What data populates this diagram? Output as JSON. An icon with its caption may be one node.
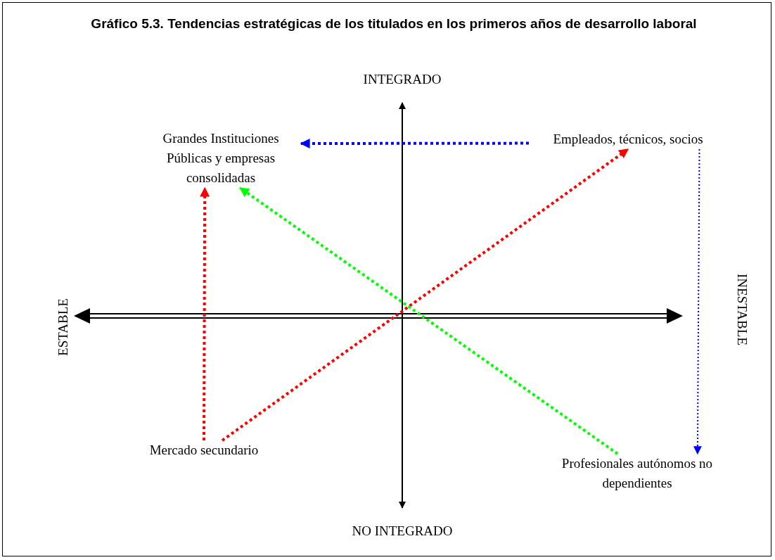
{
  "diagram": {
    "title": "Gráfico 5.3. Tendencias estratégicas de los titulados en los primeros años de desarrollo laboral",
    "nodes": [
      {
        "text": [
          "Grandes Instituciones Públicas y empresas consolidadas"
        ]
      },
      {
        "text": [
          "Empleados, técnicos, socios"
        ]
      },
      {
        "text": [
          "Mercado secundario"
        ]
      },
      {
        "text": [
          "Profesionales autónomos no dependientes"
        ]
      }
    ],
    "edges": [
      {
        "from": 1,
        "to": 0,
        "arrow": "to",
        "style": "dashed",
        "color": "#0000ff"
      },
      {
        "from": 2,
        "to": 1,
        "arrow": "to",
        "style": "dashed",
        "color": "#ff0000"
      },
      {
        "from": 2,
        "to": 0,
        "arrow": "to",
        "style": "dashed",
        "color": "#ff0000"
      },
      {
        "from": 3,
        "to": 0,
        "arrow": "to",
        "style": "dashed",
        "color": "#00ff00"
      },
      {
        "from": 1,
        "to": 3,
        "arrow": "to",
        "style": "dashed",
        "color": "#0000ff"
      }
    ],
    "labels": [
      "INTEGRADO",
      "ESTABLE",
      "INESTABLE",
      "NO INTEGRADO"
    ]
  }
}
